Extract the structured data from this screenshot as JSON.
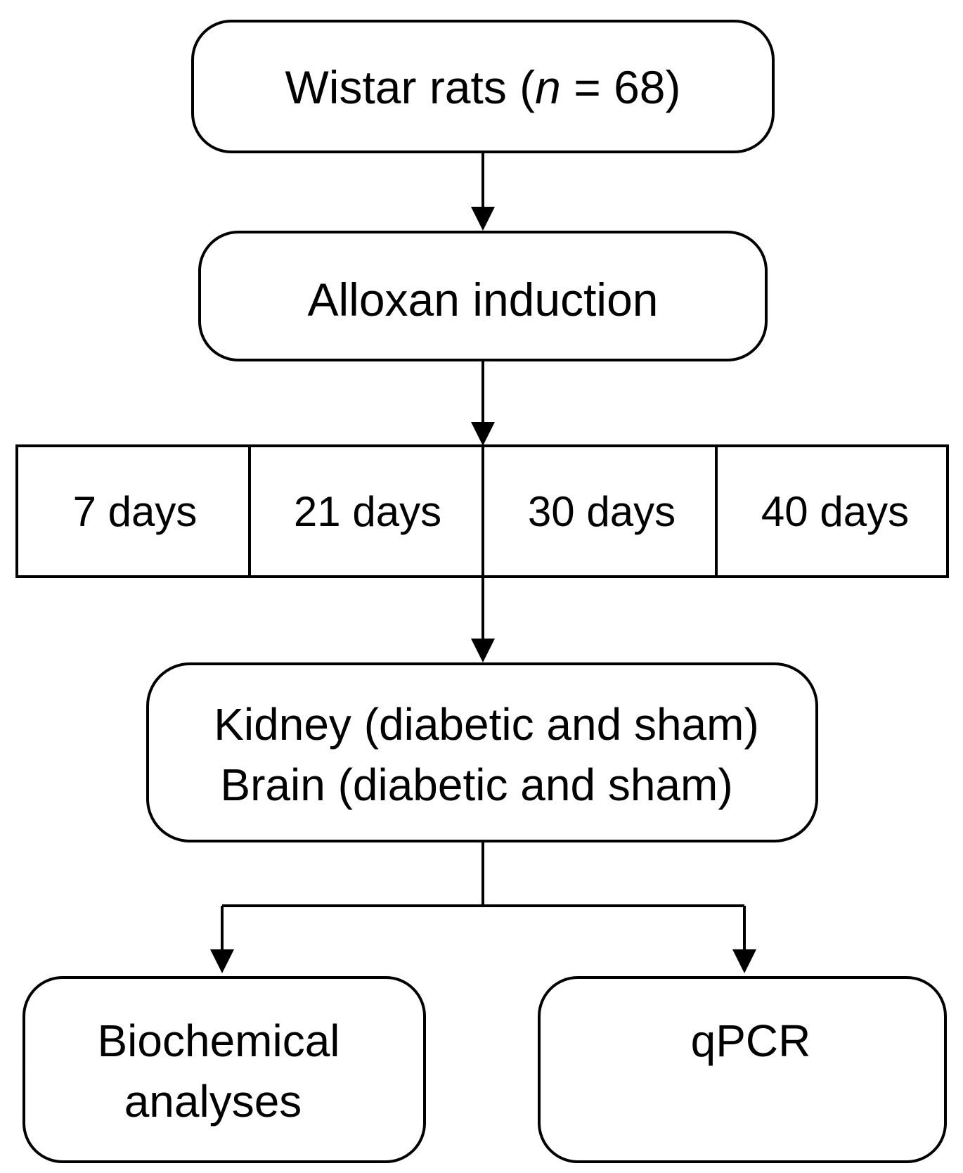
{
  "colors": {
    "stroke": "#000000",
    "background": "#ffffff",
    "text": "#000000"
  },
  "nodes": {
    "wistar": {
      "prefix": "Wistar rats (",
      "n_symbol": "n",
      "equals": " = ",
      "count": "68",
      "suffix": ")"
    },
    "alloxan": {
      "label": "Alloxan induction"
    },
    "timepoints": [
      "7 days",
      "21 days",
      "30 days",
      "40 days"
    ],
    "samples": {
      "line1": "Kidney (diabetic and sham)",
      "line2": "Brain (diabetic and sham)"
    },
    "biochemical": {
      "line1": "Biochemical",
      "line2": "analyses"
    },
    "qpcr": {
      "label": "qPCR"
    }
  }
}
